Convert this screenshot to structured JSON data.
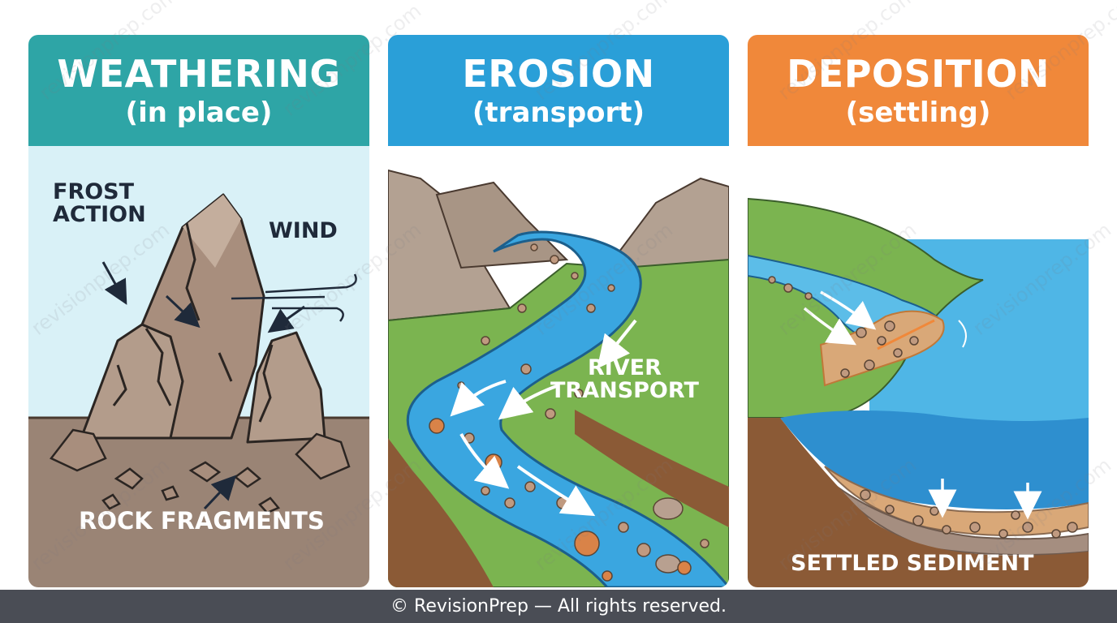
{
  "panels": [
    {
      "title": "WEATHERING",
      "subtitle": "(in place)",
      "header_color": "#2ea5a6",
      "labels": {
        "frost": "FROST\nACTION",
        "wind": "WIND",
        "fragments": "ROCK FRAGMENTS"
      }
    },
    {
      "title": "EROSION",
      "subtitle": "(transport)",
      "header_color": "#2a9fd8",
      "labels": {
        "river": "RIVER\nTRANSPORT"
      }
    },
    {
      "title": "DEPOSITION",
      "subtitle": "(settling)",
      "header_color": "#f0883a",
      "labels": {
        "sediment": "SETTLED SEDIMENT"
      }
    }
  ],
  "watermark": "revisionprep.com",
  "footer": "© RevisionPrep — All rights reserved."
}
